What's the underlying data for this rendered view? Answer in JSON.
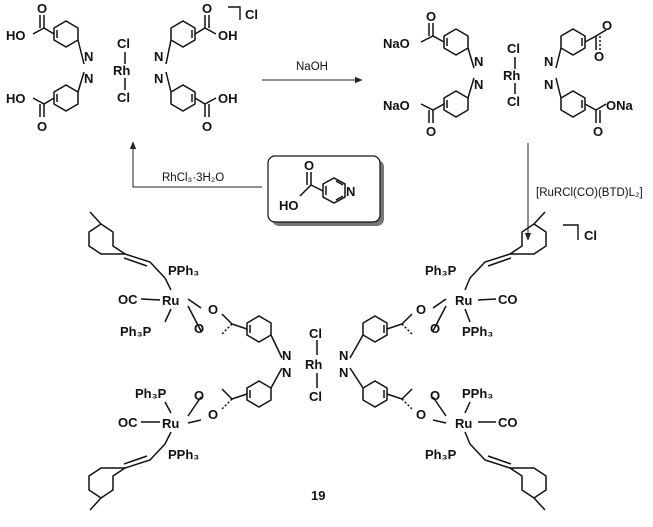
{
  "reagents": {
    "naoh": "NaOH",
    "rhcl3": "RhCl₃·3H₂O",
    "ru_reagent": "[RuRCl(CO)(BTD)L₂]"
  },
  "atoms": {
    "cl": "Cl",
    "rh": "Rh",
    "ru": "Ru",
    "n": "N",
    "o": "O",
    "oh": "OH",
    "ho": "HO",
    "nao": "NaO",
    "ona": "ONa",
    "oc": "OC",
    "co": "CO",
    "pph3": "PPh₃",
    "ph3p": "Ph₃P",
    "counterion": "Cl"
  },
  "compound_label": "19"
}
